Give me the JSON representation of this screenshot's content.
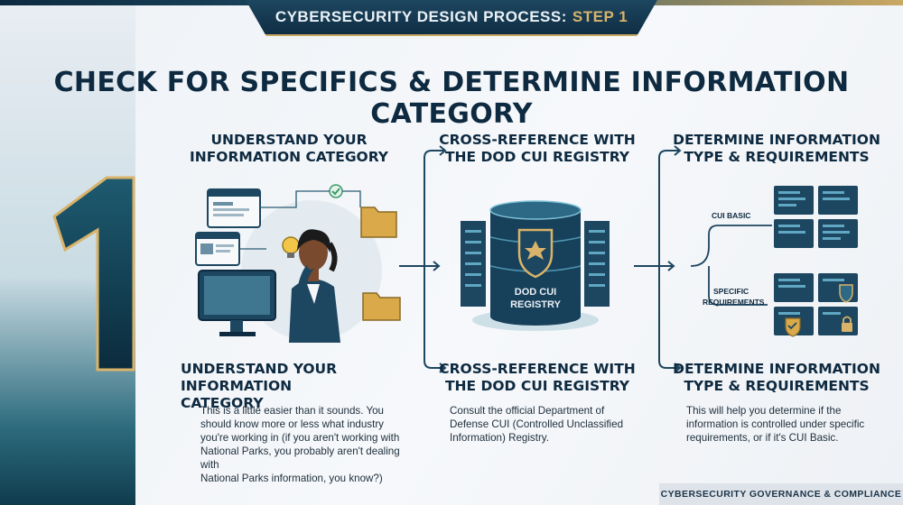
{
  "banner": {
    "prefix": "CYBERSECURITY DESIGN PROCESS:",
    "step": "STEP 1"
  },
  "headline": "CHECK FOR SPECIFICS & DETERMINE INFORMATION CATEGORY",
  "step_number": "1",
  "columns": [
    {
      "top_title_1": "UNDERSTAND YOUR",
      "top_title_2": "INFORMATION CATEGORY",
      "bottom_title_1": "UNDERSTAND YOUR",
      "bottom_title_2": "INFORMATION CATEGORY",
      "body_lines": [
        "This is a little easier than it sounds. You",
        "should know more or less what industry",
        "you're working in (if you aren't working with",
        "National Parks, you probably aren't dealing with",
        "National Parks information, you know?)"
      ]
    },
    {
      "top_title_1": "CROSS-REFERENCE WITH",
      "top_title_2": "THE DOD CUI REGISTRY",
      "bottom_title_1": "CROSS-REFERENCE WITH",
      "bottom_title_2": "THE DOD CUI REGISTRY",
      "body_lines": [
        "Consult the official Department of",
        "Defense CUI (Controlled Unclassified",
        "Information) Registry."
      ]
    },
    {
      "top_title_1": "DETERMINE INFORMATION",
      "top_title_2": "TYPE & REQUIREMENTS",
      "bottom_title_1": "DETERMINE INFORMATION",
      "bottom_title_2": "TYPE & REQUIREMENTS",
      "body_lines": [
        "This will help you determine if the",
        "information is controlled under specific",
        "requirements, or if it's CUI Basic."
      ]
    }
  ],
  "registry_label_1": "DOD CUI",
  "registry_label_2": "REGISTRY",
  "branch_labels": {
    "basic": "CUI BASIC",
    "specific_1": "SPECIFIC",
    "specific_2": "REQUIREMENTS"
  },
  "footer": "CYBERSECURITY GOVERNANCE & COMPLIANCE",
  "colors": {
    "navy": "#0e2a40",
    "gold": "#c9a862",
    "teal": "#1f5f73"
  }
}
